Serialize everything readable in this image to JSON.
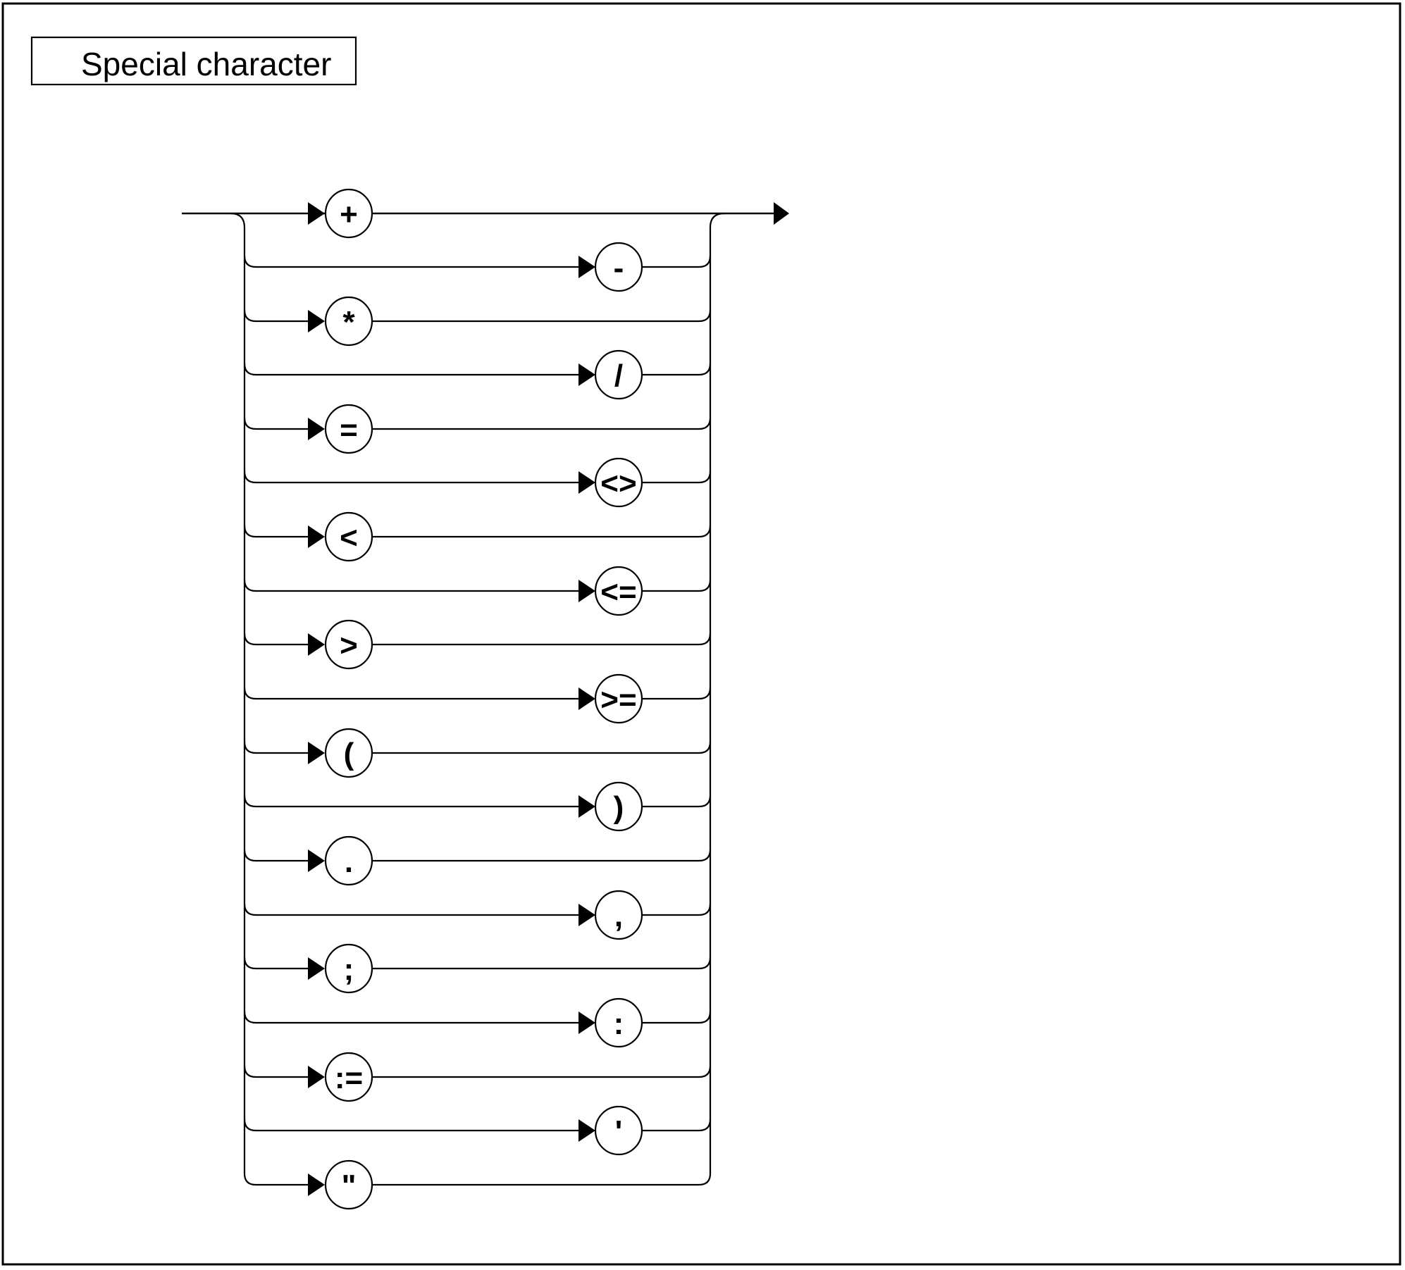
{
  "page": {
    "background_color": "#ffffff",
    "stroke_color": "#000000"
  },
  "title_box": {
    "label": "Special character"
  },
  "diagram": {
    "type": "railroad-syntax-diagram",
    "rows": [
      {
        "symbol": "+",
        "side": "left"
      },
      {
        "symbol": "-",
        "side": "right"
      },
      {
        "symbol": "*",
        "side": "left"
      },
      {
        "symbol": "/",
        "side": "right"
      },
      {
        "symbol": "=",
        "side": "left"
      },
      {
        "symbol": "<>",
        "side": "right"
      },
      {
        "symbol": "<",
        "side": "left"
      },
      {
        "symbol": "<=",
        "side": "right"
      },
      {
        "symbol": ">",
        "side": "left"
      },
      {
        "symbol": ">=",
        "side": "right"
      },
      {
        "symbol": "(",
        "side": "left"
      },
      {
        "symbol": ")",
        "side": "right"
      },
      {
        "symbol": ".",
        "side": "left"
      },
      {
        "symbol": ",",
        "side": "right"
      },
      {
        "symbol": ";",
        "side": "left"
      },
      {
        "symbol": ":",
        "side": "right"
      },
      {
        "symbol": ":=",
        "side": "left"
      },
      {
        "symbol": "'",
        "side": "right"
      },
      {
        "symbol": "\"",
        "side": "left"
      }
    ]
  }
}
